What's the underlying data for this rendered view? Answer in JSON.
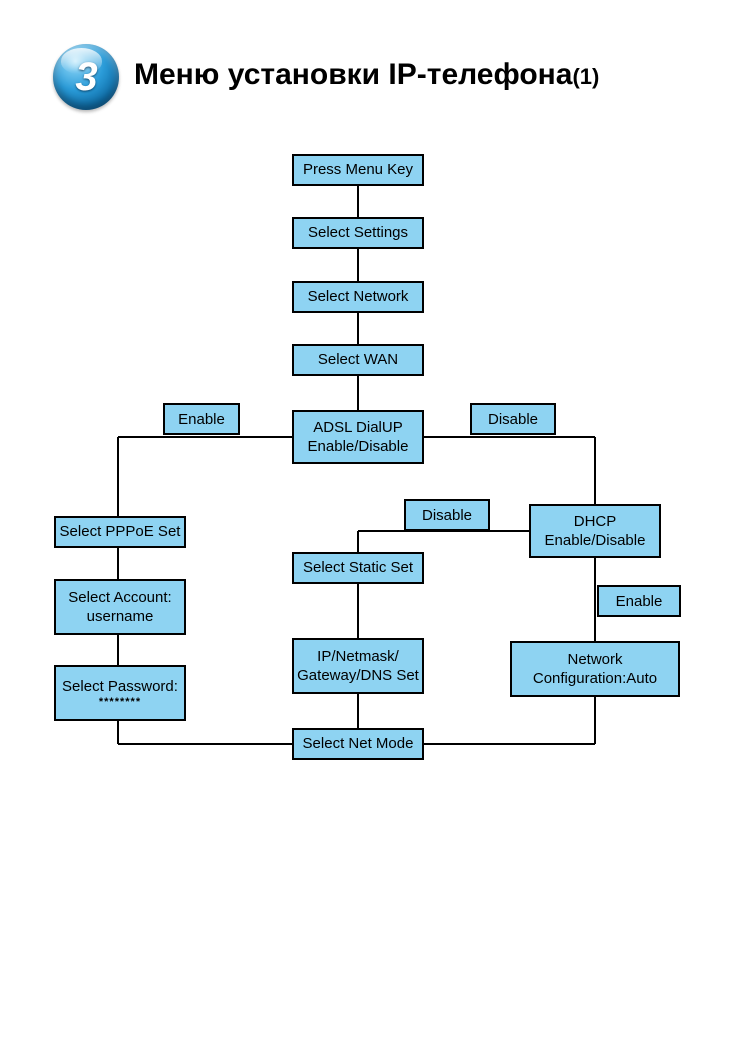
{
  "header": {
    "badge_number": "3",
    "title": "Меню установки IP-телефона",
    "title_suffix": "(1)"
  },
  "diagram": {
    "type": "flowchart",
    "box_fill_color": "#8ED3F2",
    "box_border_color": "#000000",
    "nodes": [
      {
        "id": "press-menu-key",
        "label": "Press Menu Key"
      },
      {
        "id": "select-settings",
        "label": "Select Settings"
      },
      {
        "id": "select-network",
        "label": "Select Network"
      },
      {
        "id": "select-wan",
        "label": "Select WAN"
      },
      {
        "id": "adsl-dialup",
        "line1": "ADSL DialUP",
        "line2": "Enable/Disable"
      },
      {
        "id": "select-pppoe-set",
        "label": "Select PPPoE Set"
      },
      {
        "id": "select-account",
        "line1": "Select Account:",
        "line2": "username"
      },
      {
        "id": "select-password",
        "line1": "Select Password:",
        "line2": "********"
      },
      {
        "id": "select-static-set",
        "label": "Select Static Set"
      },
      {
        "id": "ip-netmask-set",
        "line1": "IP/Netmask/",
        "line2": "Gateway/DNS Set"
      },
      {
        "id": "dhcp",
        "line1": "DHCP",
        "line2": "Enable/Disable"
      },
      {
        "id": "network-configuration",
        "line1": "Network",
        "line2": "Configuration:Auto"
      },
      {
        "id": "select-net-mode",
        "label": "Select Net Mode"
      }
    ],
    "edge_labels": [
      {
        "id": "enable-left",
        "label": "Enable"
      },
      {
        "id": "disable-right",
        "label": "Disable"
      },
      {
        "id": "disable-static",
        "label": "Disable"
      },
      {
        "id": "enable-dhcp",
        "label": "Enable"
      }
    ],
    "edges": [
      {
        "from": "press-menu-key",
        "to": "select-settings"
      },
      {
        "from": "select-settings",
        "to": "select-network"
      },
      {
        "from": "select-network",
        "to": "select-wan"
      },
      {
        "from": "select-wan",
        "to": "adsl-dialup"
      },
      {
        "from": "adsl-dialup",
        "to": "select-pppoe-set",
        "label": "Enable"
      },
      {
        "from": "adsl-dialup",
        "to": "dhcp",
        "label": "Disable"
      },
      {
        "from": "select-pppoe-set",
        "to": "select-account"
      },
      {
        "from": "select-account",
        "to": "select-password"
      },
      {
        "from": "select-password",
        "to": "select-net-mode"
      },
      {
        "from": "dhcp",
        "to": "select-static-set",
        "label": "Disable"
      },
      {
        "from": "select-static-set",
        "to": "ip-netmask-set"
      },
      {
        "from": "ip-netmask-set",
        "to": "select-net-mode"
      },
      {
        "from": "dhcp",
        "to": "network-configuration",
        "label": "Enable"
      },
      {
        "from": "network-configuration",
        "to": "select-net-mode"
      }
    ]
  }
}
